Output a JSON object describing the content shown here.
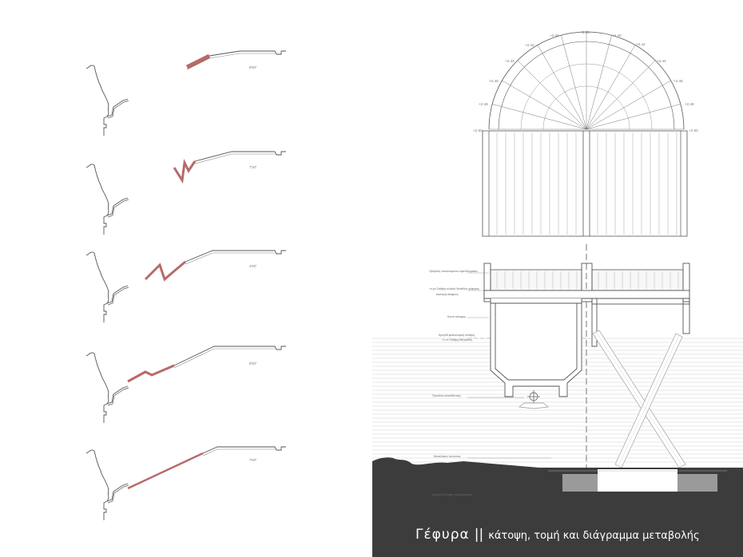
{
  "panel_times": [
    "9'00\"",
    "7'30\"",
    "4'00\"",
    "6'00\"",
    "7'00\""
  ],
  "plan_levels": {
    "left": [
      "+2.50",
      "+2.48",
      "+2.46",
      "+2.44",
      "+2.42",
      "+2.40"
    ],
    "top": "+2.38",
    "right": [
      "+2.40",
      "+2.42",
      "+2.44",
      "+2.46",
      "+2.48",
      "+2.50"
    ]
  },
  "section_annotations": [
    "Προβολή πτυσσόμενου κιγκλιδώματος",
    "+x.yz Στάθμη τελικού δαπέδου γέφυρας",
    "Διατομή σκάφους",
    "Κοινό κέλυφος",
    "Κρηπίδ φυσιολογική στάθμη",
    "+x.xx Στάθμη θάλασσας",
    "Προπέλα κατεύθυνσης",
    "Μεταλλικός πυλώνας",
    "Μηχανή ελέγχου κιγκλιδώματος"
  ],
  "caption": {
    "title": "Γέφυρα",
    "separator": "||",
    "subtitle": "κάτοψη, τομή και διάγραμμα μεταβολής"
  },
  "colors": {
    "line": "#555555",
    "highlight": "#b86a6a",
    "ground": "#3c3c3c",
    "water_lines": "#cfcfcf"
  }
}
